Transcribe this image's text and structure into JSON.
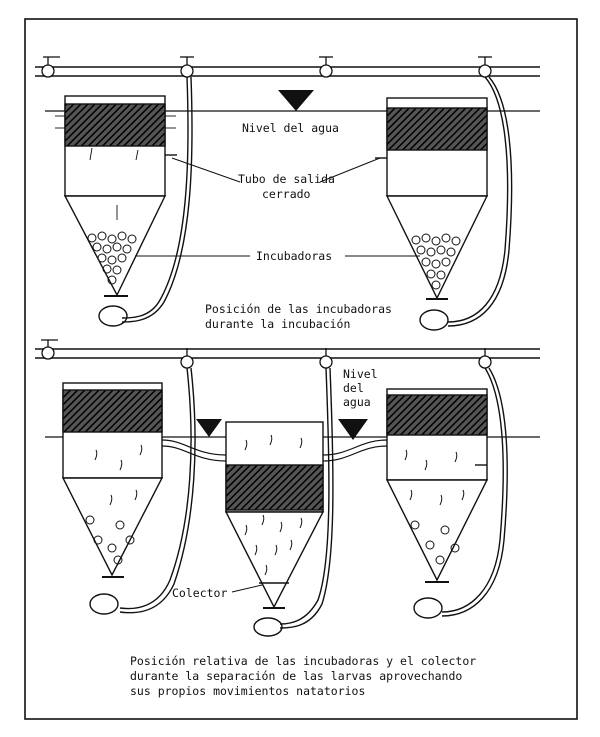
{
  "labels": {
    "water_level_top": "Nivel del agua",
    "outlet_tube": [
      "Tubo de salida",
      "cerrado"
    ],
    "incubators": "Incubadoras",
    "water_level_bottom": [
      "Nivel",
      "del",
      "agua"
    ],
    "collector": "Colector"
  },
  "captions": {
    "top": [
      "Posición de las incubadoras",
      "durante la incubación"
    ],
    "bottom": [
      "Posición relativa de las incubadoras  y el colector",
      "durante la separación de las larvas aprovechando",
      "sus propios movimientos natatorios"
    ]
  },
  "colors": {
    "ink": "#111111",
    "paper": "#ffffff"
  }
}
